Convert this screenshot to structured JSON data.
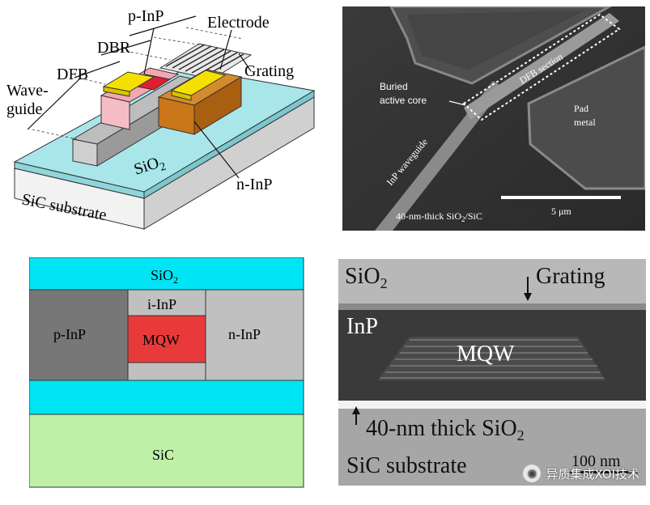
{
  "schematic3d": {
    "labels": {
      "p_inp": "p-InP",
      "electrode": "Electrode",
      "dbr": "DBR",
      "grating": "Grating",
      "dfb": "DFB",
      "waveguide": "Wave-",
      "waveguide2": "guide",
      "sio2": "SiO",
      "sio2_sub": "2",
      "n_inp": "n-InP",
      "sic_substrate": "SiC substrate"
    }
  },
  "sem_top": {
    "labels": {
      "buried_line1": "Buried",
      "buried_line2": "active core",
      "dfb_section": "DFB section",
      "pad_line1": "Pad",
      "pad_line2": "metal",
      "inp_waveguide": "InP waveguide",
      "thick_oxide_prefix": "40-nm-thick SiO",
      "thick_oxide_sub": "2",
      "thick_oxide_suffix": "/SiC",
      "scale": "5 μm"
    }
  },
  "cross_section": {
    "labels": {
      "sio2": "SiO",
      "sio2_sub": "2",
      "p_inp": "p-InP",
      "i_inp": "i-InP",
      "mqw": "MQW",
      "n_inp": "n-InP",
      "sic": "SiC"
    },
    "colors": {
      "sio2": "#00e5f5",
      "p_inp": "#777777",
      "mqw": "#e83a3a",
      "n_inp": "#c0c0c0",
      "sic": "#bff0a8"
    }
  },
  "tem": {
    "labels": {
      "sio2": "SiO",
      "sio2_sub": "2",
      "grating": "Grating",
      "inp": "InP",
      "mqw": "MQW",
      "thick_sio2_prefix": "40-nm thick SiO",
      "thick_sio2_sub": "2",
      "sic_substrate": "SiC substrate",
      "scale": "100 nm"
    }
  },
  "watermark": {
    "text": "异质集成XOI技术"
  }
}
